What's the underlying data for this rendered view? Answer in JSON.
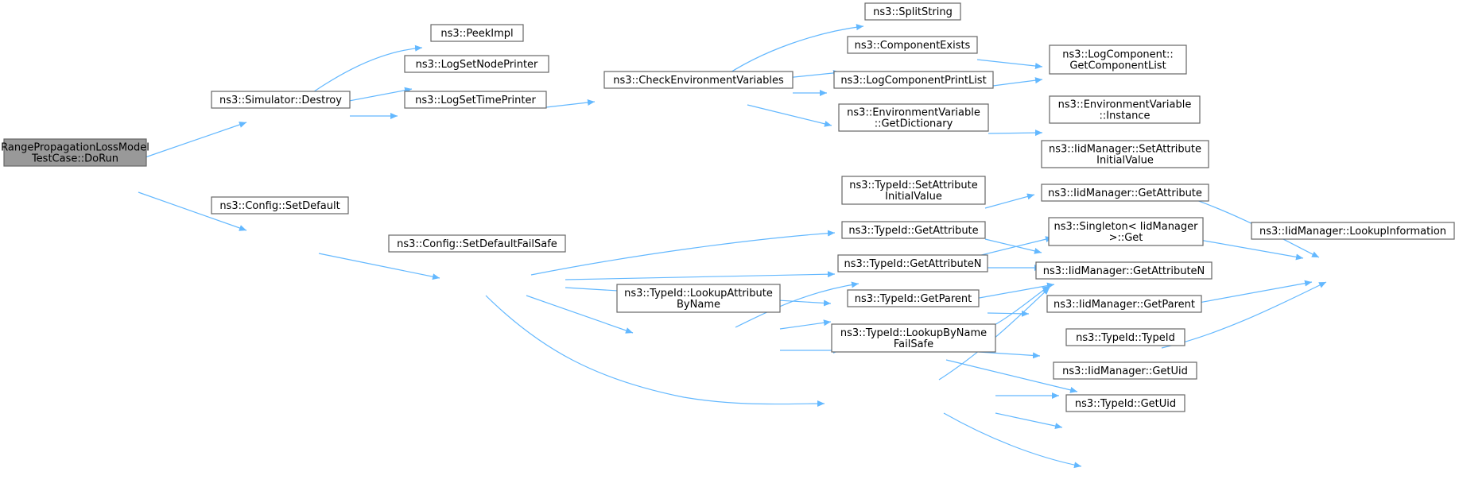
{
  "diagram": {
    "title": "",
    "edge_color": "#63b8ff",
    "node_border_color": "#666666",
    "root_fill_color": "#999999",
    "nodes": [
      {
        "id": "root",
        "lines": [
          "RangePropagationLossModel",
          "TestCase::DoRun"
        ],
        "root": true
      },
      {
        "id": "sim_destroy",
        "lines": [
          "ns3::Simulator::Destroy"
        ]
      },
      {
        "id": "config_setdefault",
        "lines": [
          "ns3::Config::SetDefault"
        ]
      },
      {
        "id": "peekimpl",
        "lines": [
          "ns3::PeekImpl"
        ]
      },
      {
        "id": "logsetnodeprinter",
        "lines": [
          "ns3::LogSetNodePrinter"
        ]
      },
      {
        "id": "logsettimeprinter",
        "lines": [
          "ns3::LogSetTimePrinter"
        ]
      },
      {
        "id": "checkenv",
        "lines": [
          "ns3::CheckEnvironmentVariables"
        ]
      },
      {
        "id": "splitstring",
        "lines": [
          "ns3::SplitString"
        ]
      },
      {
        "id": "componentexists",
        "lines": [
          "ns3::ComponentExists"
        ]
      },
      {
        "id": "logcomponentprintlist",
        "lines": [
          "ns3::LogComponentPrintList"
        ]
      },
      {
        "id": "envvar_getdict",
        "lines": [
          "ns3::EnvironmentVariable",
          "::GetDictionary"
        ]
      },
      {
        "id": "logcomp_getlist",
        "lines": [
          "ns3::LogComponent::",
          "GetComponentList"
        ]
      },
      {
        "id": "envvar_instance",
        "lines": [
          "ns3::EnvironmentVariable",
          "::Instance"
        ]
      },
      {
        "id": "setdefaultfailsafe",
        "lines": [
          "ns3::Config::SetDefaultFailSafe"
        ]
      },
      {
        "id": "typeid_setattrinit",
        "lines": [
          "ns3::TypeId::SetAttribute",
          "InitialValue"
        ]
      },
      {
        "id": "typeid_getattr",
        "lines": [
          "ns3::TypeId::GetAttribute"
        ]
      },
      {
        "id": "typeid_getattrn",
        "lines": [
          "ns3::TypeId::GetAttributeN"
        ]
      },
      {
        "id": "typeid_lookupattr",
        "lines": [
          "ns3::TypeId::LookupAttribute",
          "ByName"
        ]
      },
      {
        "id": "typeid_getparent",
        "lines": [
          "ns3::TypeId::GetParent"
        ]
      },
      {
        "id": "typeid_lookupbyname",
        "lines": [
          "ns3::TypeId::LookupByName",
          "FailSafe"
        ]
      },
      {
        "id": "iid_setattrinit",
        "lines": [
          "ns3::IidManager::SetAttribute",
          "InitialValue"
        ]
      },
      {
        "id": "iid_getattr",
        "lines": [
          "ns3::IidManager::GetAttribute"
        ]
      },
      {
        "id": "singleton_get",
        "lines": [
          "ns3::Singleton< IidManager",
          ">::Get"
        ]
      },
      {
        "id": "iid_getattrn",
        "lines": [
          "ns3::IidManager::GetAttributeN"
        ]
      },
      {
        "id": "iid_getparent",
        "lines": [
          "ns3::IidManager::GetParent"
        ]
      },
      {
        "id": "typeid_typeid",
        "lines": [
          "ns3::TypeId::TypeId"
        ]
      },
      {
        "id": "iid_getuid",
        "lines": [
          "ns3::IidManager::GetUid"
        ]
      },
      {
        "id": "typeid_getuid",
        "lines": [
          "ns3::TypeId::GetUid"
        ]
      },
      {
        "id": "iid_lookupinfo",
        "lines": [
          "ns3::IidManager::LookupInformation"
        ]
      }
    ],
    "edges": [
      [
        "root",
        "sim_destroy"
      ],
      [
        "root",
        "config_setdefault"
      ],
      [
        "sim_destroy",
        "peekimpl"
      ],
      [
        "sim_destroy",
        "logsetnodeprinter"
      ],
      [
        "sim_destroy",
        "logsettimeprinter"
      ],
      [
        "logsettimeprinter",
        "checkenv"
      ],
      [
        "checkenv",
        "splitstring"
      ],
      [
        "checkenv",
        "componentexists"
      ],
      [
        "checkenv",
        "logcomponentprintlist"
      ],
      [
        "checkenv",
        "envvar_getdict"
      ],
      [
        "componentexists",
        "logcomp_getlist"
      ],
      [
        "logcomponentprintlist",
        "logcomp_getlist"
      ],
      [
        "envvar_getdict",
        "envvar_instance"
      ],
      [
        "config_setdefault",
        "setdefaultfailsafe"
      ],
      [
        "setdefaultfailsafe",
        "typeid_setattrinit"
      ],
      [
        "setdefaultfailsafe",
        "typeid_getattr"
      ],
      [
        "setdefaultfailsafe",
        "typeid_getattrn"
      ],
      [
        "setdefaultfailsafe",
        "typeid_lookupattr"
      ],
      [
        "setdefaultfailsafe",
        "typeid_lookupbyname"
      ],
      [
        "typeid_lookupattr",
        "typeid_getattr"
      ],
      [
        "typeid_lookupattr",
        "typeid_getattrn"
      ],
      [
        "typeid_lookupattr",
        "typeid_getparent"
      ],
      [
        "typeid_setattrinit",
        "iid_setattrinit"
      ],
      [
        "typeid_setattrinit",
        "singleton_get"
      ],
      [
        "typeid_getattr",
        "iid_getattr"
      ],
      [
        "typeid_getattr",
        "singleton_get"
      ],
      [
        "typeid_getattrn",
        "singleton_get"
      ],
      [
        "typeid_getattrn",
        "iid_getattrn"
      ],
      [
        "typeid_getparent",
        "singleton_get"
      ],
      [
        "typeid_getparent",
        "iid_getparent"
      ],
      [
        "typeid_getparent",
        "typeid_typeid"
      ],
      [
        "typeid_lookupbyname",
        "singleton_get"
      ],
      [
        "typeid_lookupbyname",
        "typeid_typeid"
      ],
      [
        "typeid_lookupbyname",
        "iid_getuid"
      ],
      [
        "typeid_lookupbyname",
        "typeid_getuid"
      ],
      [
        "iid_setattrinit",
        "iid_lookupinfo"
      ],
      [
        "iid_getattr",
        "iid_lookupinfo"
      ],
      [
        "iid_getattrn",
        "iid_lookupinfo"
      ],
      [
        "iid_getparent",
        "iid_lookupinfo"
      ]
    ]
  }
}
